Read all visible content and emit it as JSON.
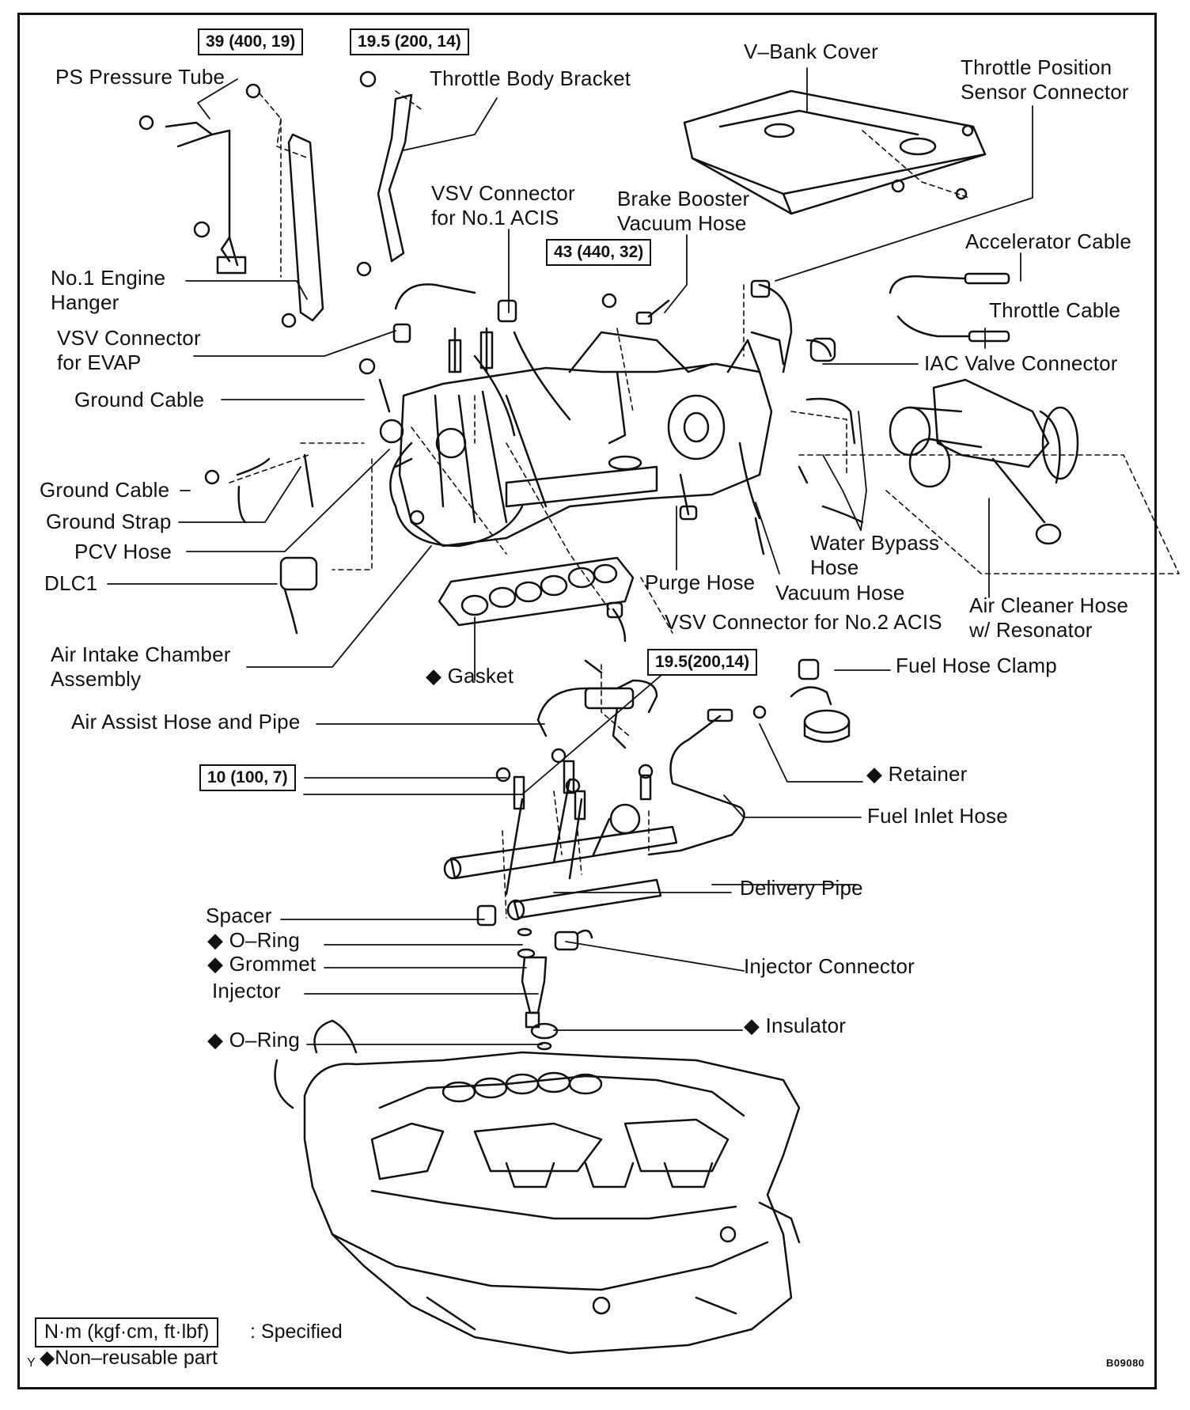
{
  "figure_code": "B09080",
  "corner_mark": "Y",
  "legend": {
    "box_text": "N·m (kgf·cm, ft·lbf)",
    "box_meaning": ": Specified",
    "nonreusable": "◆Non–reusable part"
  },
  "torque_specs": {
    "ps_tube": "39 (400, 19)",
    "throttle_bracket": "19.5 (200, 14)",
    "chamber": "43 (440, 32)",
    "fuel_inlet": "19.5(200,14)",
    "delivery_pipe": "10 (100, 7)"
  },
  "labels": {
    "ps_pressure_tube": "PS Pressure Tube",
    "throttle_body_bracket": "Throttle Body Bracket",
    "v_bank_cover": "V–Bank Cover",
    "tps_connector_1": "Throttle Position",
    "tps_connector_2": "Sensor Connector",
    "vsv_acis1_1": "VSV Connector",
    "vsv_acis1_2": "for No.1 ACIS",
    "brake_booster_1": "Brake Booster",
    "brake_booster_2": "Vacuum Hose",
    "accelerator_cable": "Accelerator Cable",
    "throttle_cable": "Throttle Cable",
    "engine_hanger_1": "No.1 Engine",
    "engine_hanger_2": "Hanger",
    "vsv_evap_1": "VSV Connector",
    "vsv_evap_2": "for EVAP",
    "iac_valve": "IAC Valve Connector",
    "ground_cable_1": "Ground Cable",
    "ground_cable_2": "Ground Cable",
    "ground_strap": "Ground Strap",
    "pcv_hose": "PCV Hose",
    "water_bypass_1": "Water Bypass",
    "water_bypass_2": "Hose",
    "dlc1": "DLC1",
    "purge_hose": "Purge Hose",
    "vacuum_hose": "Vacuum Hose",
    "air_cleaner_1": "Air Cleaner Hose",
    "air_cleaner_2": "w/ Resonator",
    "vsv_acis2": "VSV Connector for No.2 ACIS",
    "air_intake_1": "Air Intake Chamber",
    "air_intake_2": "Assembly",
    "gasket": "◆ Gasket",
    "fuel_hose_clamp": "Fuel Hose Clamp",
    "air_assist": "Air Assist Hose and Pipe",
    "retainer": "◆ Retainer",
    "fuel_inlet_hose": "Fuel Inlet Hose",
    "delivery_pipe": "Delivery Pipe",
    "spacer": "Spacer",
    "o_ring_1": "◆ O–Ring",
    "grommet": "◆ Grommet",
    "injector_connector": "Injector Connector",
    "injector": "Injector",
    "insulator": "◆ Insulator",
    "o_ring_2": "◆ O–Ring"
  }
}
